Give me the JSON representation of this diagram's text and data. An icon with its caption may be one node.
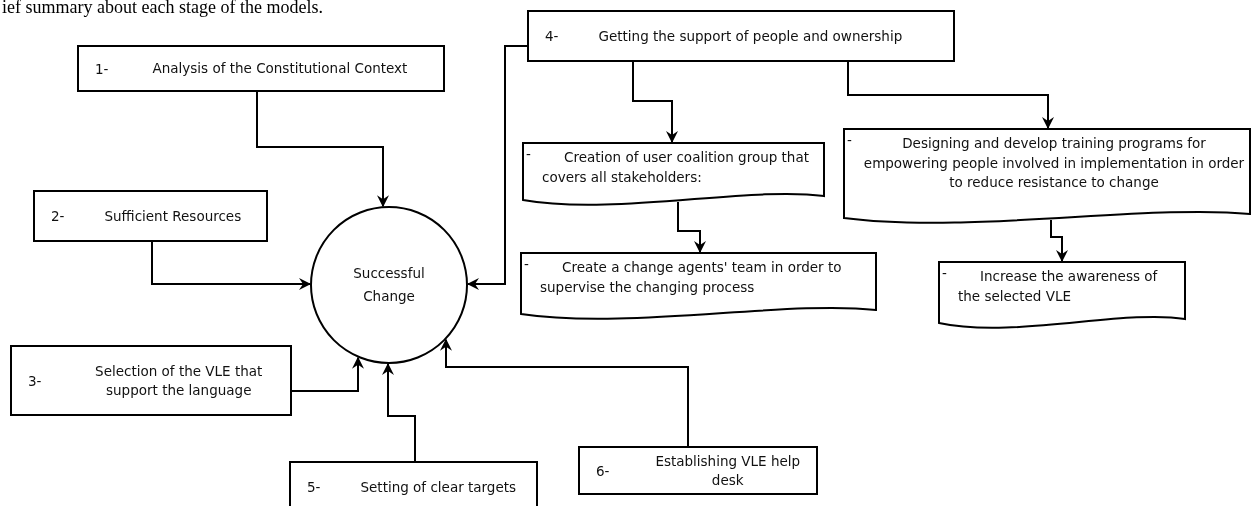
{
  "diagram": {
    "nodes": [
      {
        "text": [
          "1-",
          "Analysis of the Constitutional Context"
        ]
      },
      {
        "text": [
          "4-",
          "Getting the support of people and ownership"
        ]
      },
      {
        "text": [
          "-",
          "Designing and develop training programs for empowering people involved in implementation in order to reduce resistance to change"
        ]
      },
      {
        "text": [
          "-",
          "Creation of user coalition group that covers all stakeholders:"
        ]
      },
      {
        "text": [
          "2-",
          "Sufficient Resources"
        ]
      },
      {
        "text": [
          "Successful Change"
        ]
      },
      {
        "text": [
          "-",
          "Create a change agents' team in order to supervise the changing process"
        ]
      },
      {
        "text": [
          "-",
          "Increase the awareness of the selected VLE"
        ]
      },
      {
        "text": [
          "3-",
          "Selection of the VLE that support the language"
        ]
      },
      {
        "text": [
          "6-",
          "Establishing VLE help desk"
        ]
      },
      {
        "text": [
          "5-",
          "Setting of clear targets"
        ]
      }
    ],
    "edges": [
      {
        "from": 0,
        "to": 5,
        "arrow": "to"
      },
      {
        "from": 4,
        "to": 5,
        "arrow": "to"
      },
      {
        "from": 1,
        "to": 5,
        "arrow": "to"
      },
      {
        "from": 8,
        "to": 5,
        "arrow": "to"
      },
      {
        "from": 10,
        "to": 5,
        "arrow": "to"
      },
      {
        "from": 9,
        "to": 5,
        "arrow": "to"
      },
      {
        "from": 1,
        "to": 3,
        "arrow": "to"
      },
      {
        "from": 1,
        "to": 2,
        "arrow": "to"
      },
      {
        "from": 3,
        "to": 6,
        "arrow": "to"
      },
      {
        "from": 2,
        "to": 7,
        "arrow": "to"
      }
    ],
    "labels": [
      "ief summary about each stage of the models."
    ]
  }
}
